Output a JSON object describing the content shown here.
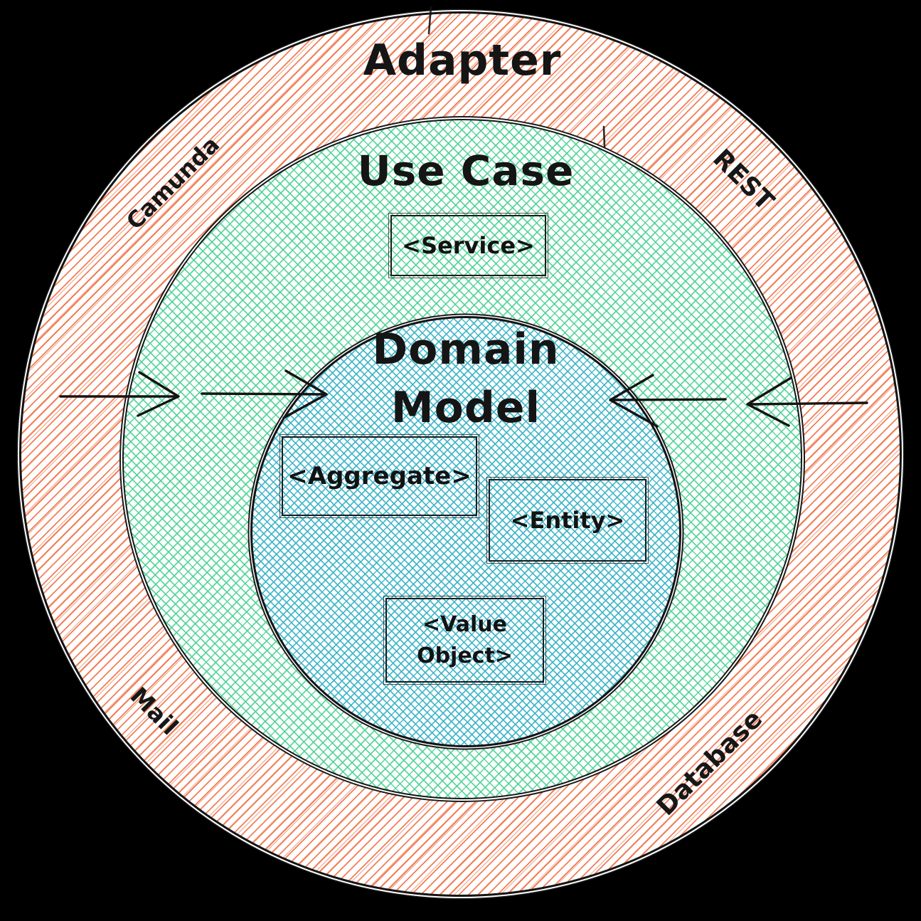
{
  "rings": {
    "adapter": {
      "label": "Adapter",
      "hatch_color": "#f07850",
      "hatch_style": "hachure"
    },
    "use_case": {
      "label": "Use Case",
      "hatch_color": "#4cd193",
      "hatch_style": "cross-hatch"
    },
    "domain": {
      "line1": "Domain",
      "line2": "Model",
      "hatch_color": "#3ab3c6",
      "hatch_style": "cross-hatch"
    }
  },
  "adapter_ring_labels": {
    "top_left": "Camunda",
    "top_right": "REST",
    "bottom_left": "Mail",
    "bottom_right": "Database"
  },
  "boxes": {
    "service": {
      "label": "<Service>"
    },
    "aggregate": {
      "label": "<Aggregate>"
    },
    "entity": {
      "label": "<Entity>"
    },
    "value_object": {
      "line1": "<Value",
      "line2": "Object>"
    }
  },
  "arrows": {
    "count": 4,
    "direction": "inward",
    "positions": [
      "left-outer",
      "left-inner",
      "right-inner",
      "right-outer"
    ]
  },
  "colors": {
    "background": "#000000",
    "stroke": "#1a1a1a",
    "text": "#151515"
  }
}
